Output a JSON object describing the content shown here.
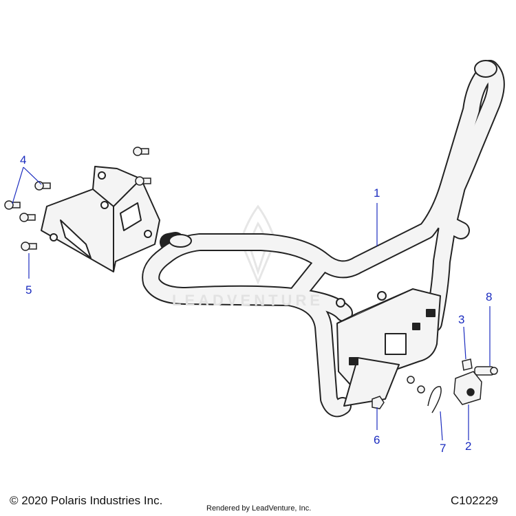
{
  "callouts": {
    "c1": "1",
    "c2": "2",
    "c3": "3",
    "c4": "4",
    "c5": "5",
    "c6": "6",
    "c7": "7",
    "c8": "8"
  },
  "footer": {
    "copyright": "© 2020 Polaris Industries Inc.",
    "rendered_by": "Rendered by LeadVenture, Inc.",
    "diagram_code": "C102229"
  },
  "watermark": "LEADVENTURE",
  "colors": {
    "callout": "#1a2bbf",
    "line_art": "#222222",
    "fill": "#f4f4f4"
  }
}
